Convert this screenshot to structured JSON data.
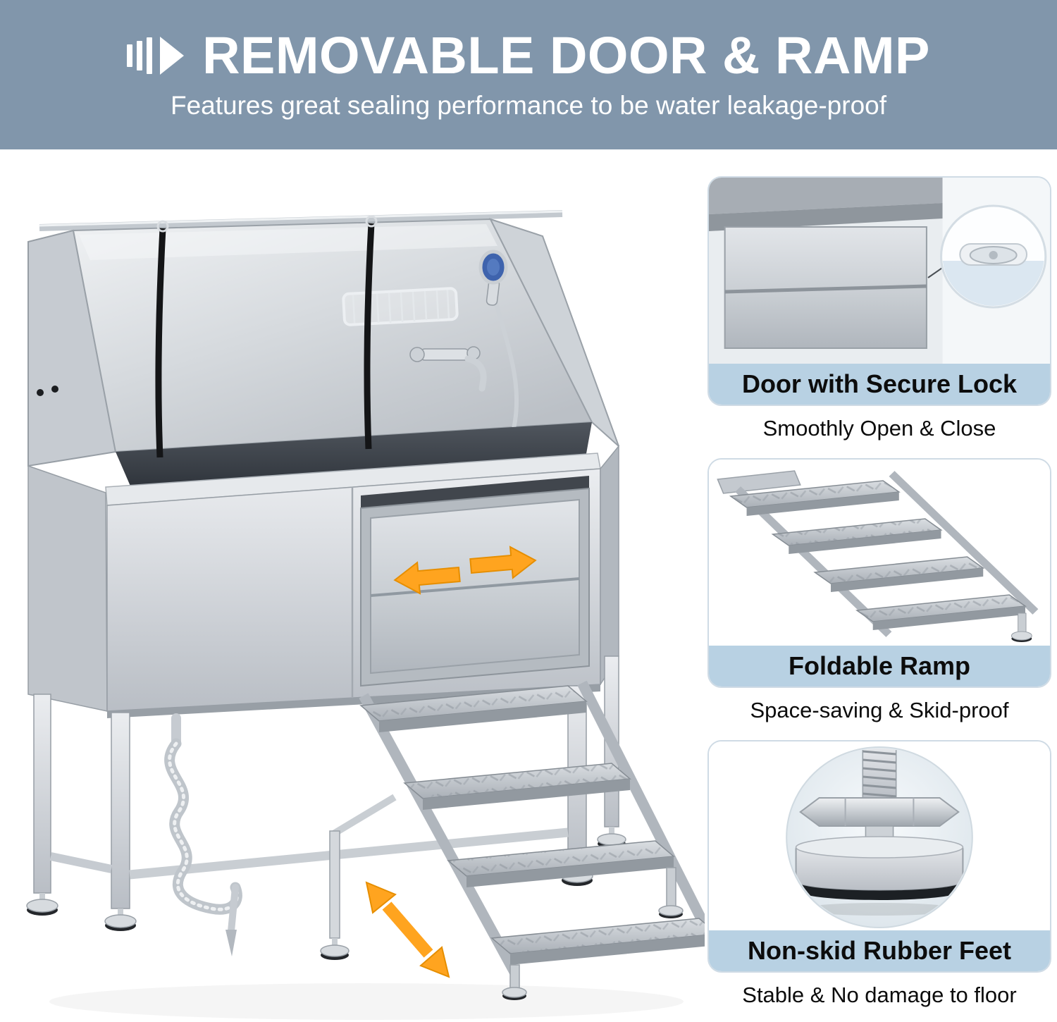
{
  "header": {
    "title": "REMOVABLE DOOR & RAMP",
    "subtitle": "Features great sealing performance to be water leakage-proof"
  },
  "features": [
    {
      "title": "Door with Secure Lock",
      "subtitle": "Smoothly Open & Close"
    },
    {
      "title": "Foldable Ramp",
      "subtitle": "Space-saving & Skid-proof"
    },
    {
      "title": "Non-skid Rubber Feet",
      "subtitle": "Stable & No damage to floor"
    }
  ],
  "icons": {
    "title_marker": "triple-bar-play-icon",
    "door_arrows": "left-right-slide-arrows-icon",
    "ramp_arrow": "diagonal-double-arrow-icon"
  },
  "colors": {
    "header_bg": "#8196ab",
    "caption_band_bg": "#b8d1e3",
    "arrow_orange": "#ffa41f",
    "text_light": "#ffffff",
    "text_dark": "#0c0c0c"
  }
}
